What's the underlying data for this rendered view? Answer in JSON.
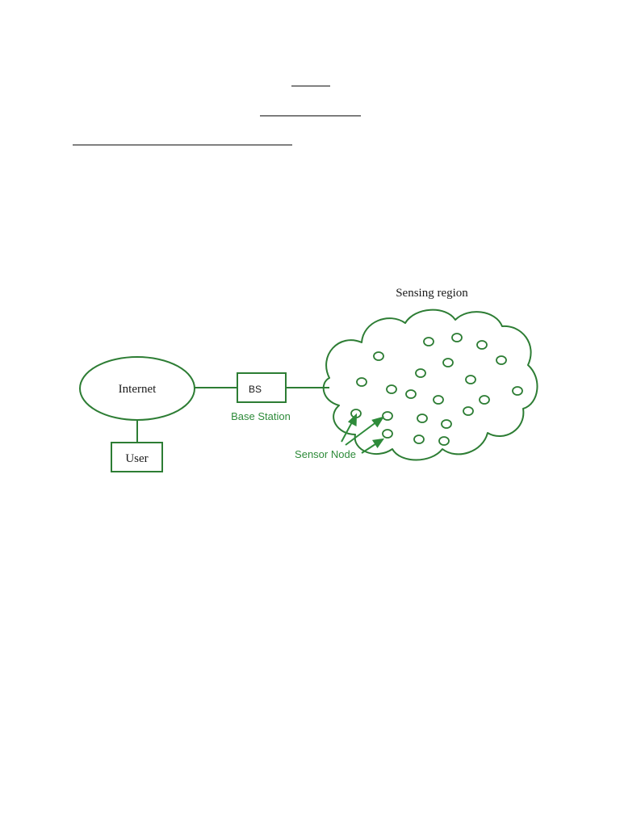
{
  "diagram": {
    "title": "Sensing region",
    "nodes": {
      "internet": "Internet",
      "user": "User",
      "base_station": "BS",
      "base_station_caption": "Base Station",
      "sensor_node_caption": "Sensor Node"
    },
    "colors": {
      "stroke": "#2d7d34",
      "caption": "#2e8b3a",
      "text": "#1a1a1a"
    }
  }
}
